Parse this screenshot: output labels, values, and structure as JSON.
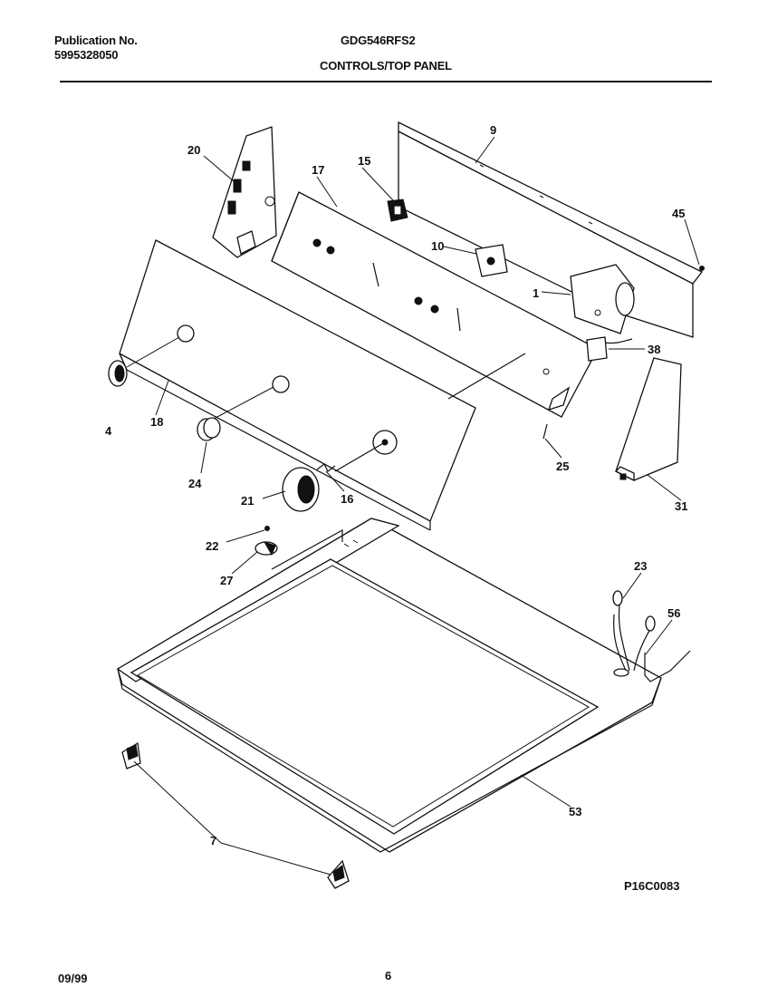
{
  "header": {
    "publication_label": "Publication No.",
    "publication_number": "5995328050",
    "model": "GDG546RFS2",
    "section_title": "CONTROLS/TOP PANEL"
  },
  "footer": {
    "date": "09/99",
    "page": "6",
    "drawing_number": "P16C0083"
  },
  "callouts": {
    "c1": "1",
    "c4": "4",
    "c7": "7",
    "c9": "9",
    "c10": "10",
    "c15": "15",
    "c16": "16",
    "c17": "17",
    "c18": "18",
    "c20": "20",
    "c21": "21",
    "c22": "22",
    "c23": "23",
    "c24": "24",
    "c25": "25",
    "c27": "27",
    "c31": "31",
    "c38": "38",
    "c45": "45",
    "c53": "53",
    "c56": "56"
  }
}
